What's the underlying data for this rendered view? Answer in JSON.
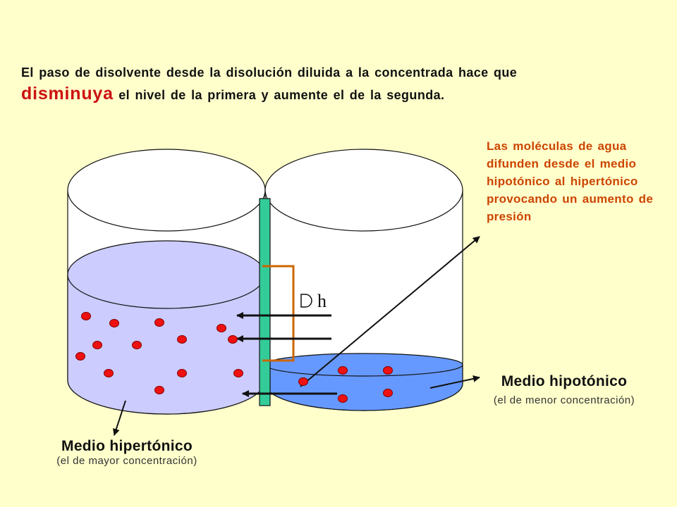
{
  "title": {
    "line1": "El paso de disolvente desde la disolución diluida a la concentrada hace que",
    "emph": "disminuya",
    "line2": " el nivel de la primera y aumente el de la segunda."
  },
  "annotation": "Las moléculas de agua difunden desde el medio hipotónico al hipertónico provocando un aumento de presión",
  "delta_h": "h",
  "hipertonic": {
    "label": "Medio hipertónico",
    "sub": "(el de mayor concentración)"
  },
  "hipotonic": {
    "label": "Medio hipotónico",
    "sub": "(el de menor concentración)"
  },
  "colors": {
    "background": "#FFFFCC",
    "hipertonic_liquid": "#CCCCFF",
    "hipotonic_liquid": "#6699FF",
    "membrane": "#33CC99",
    "particle": "#EE1111",
    "bracket": "#CC6600",
    "annotation_text": "#CC4400",
    "emphasis_text": "#CC1111"
  }
}
